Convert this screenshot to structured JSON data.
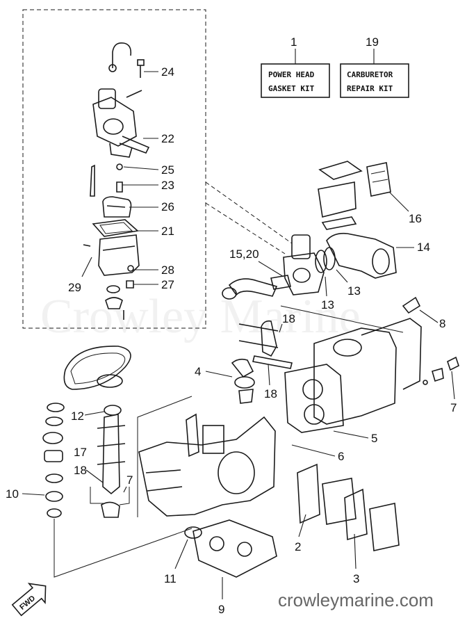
{
  "watermark": "Crowley Marine",
  "footer_url": "crowleymarine.com",
  "forward_arrow_label": "FWD",
  "kits": [
    {
      "number": "1",
      "line1": "POWER HEAD",
      "line2": "GASKET KIT"
    },
    {
      "number": "19",
      "line1": "CARBURETOR",
      "line2": "REPAIR KIT"
    }
  ],
  "callouts": {
    "c24": "24",
    "c22": "22",
    "c25": "25",
    "c23": "23",
    "c26": "26",
    "c21": "21",
    "c28": "28",
    "c27": "27",
    "c29": "29",
    "c16": "16",
    "c14": "14",
    "c15_20": "15,20",
    "c13a": "13",
    "c13b": "13",
    "c18a": "18",
    "c8": "8",
    "c4": "4",
    "c18b": "18",
    "c7a": "7",
    "c5": "5",
    "c6": "6",
    "c12": "12",
    "c17": "17",
    "c18c": "18",
    "c7b": "7",
    "c10": "10",
    "c2": "2",
    "c3": "3",
    "c11": "11",
    "c9": "9"
  }
}
